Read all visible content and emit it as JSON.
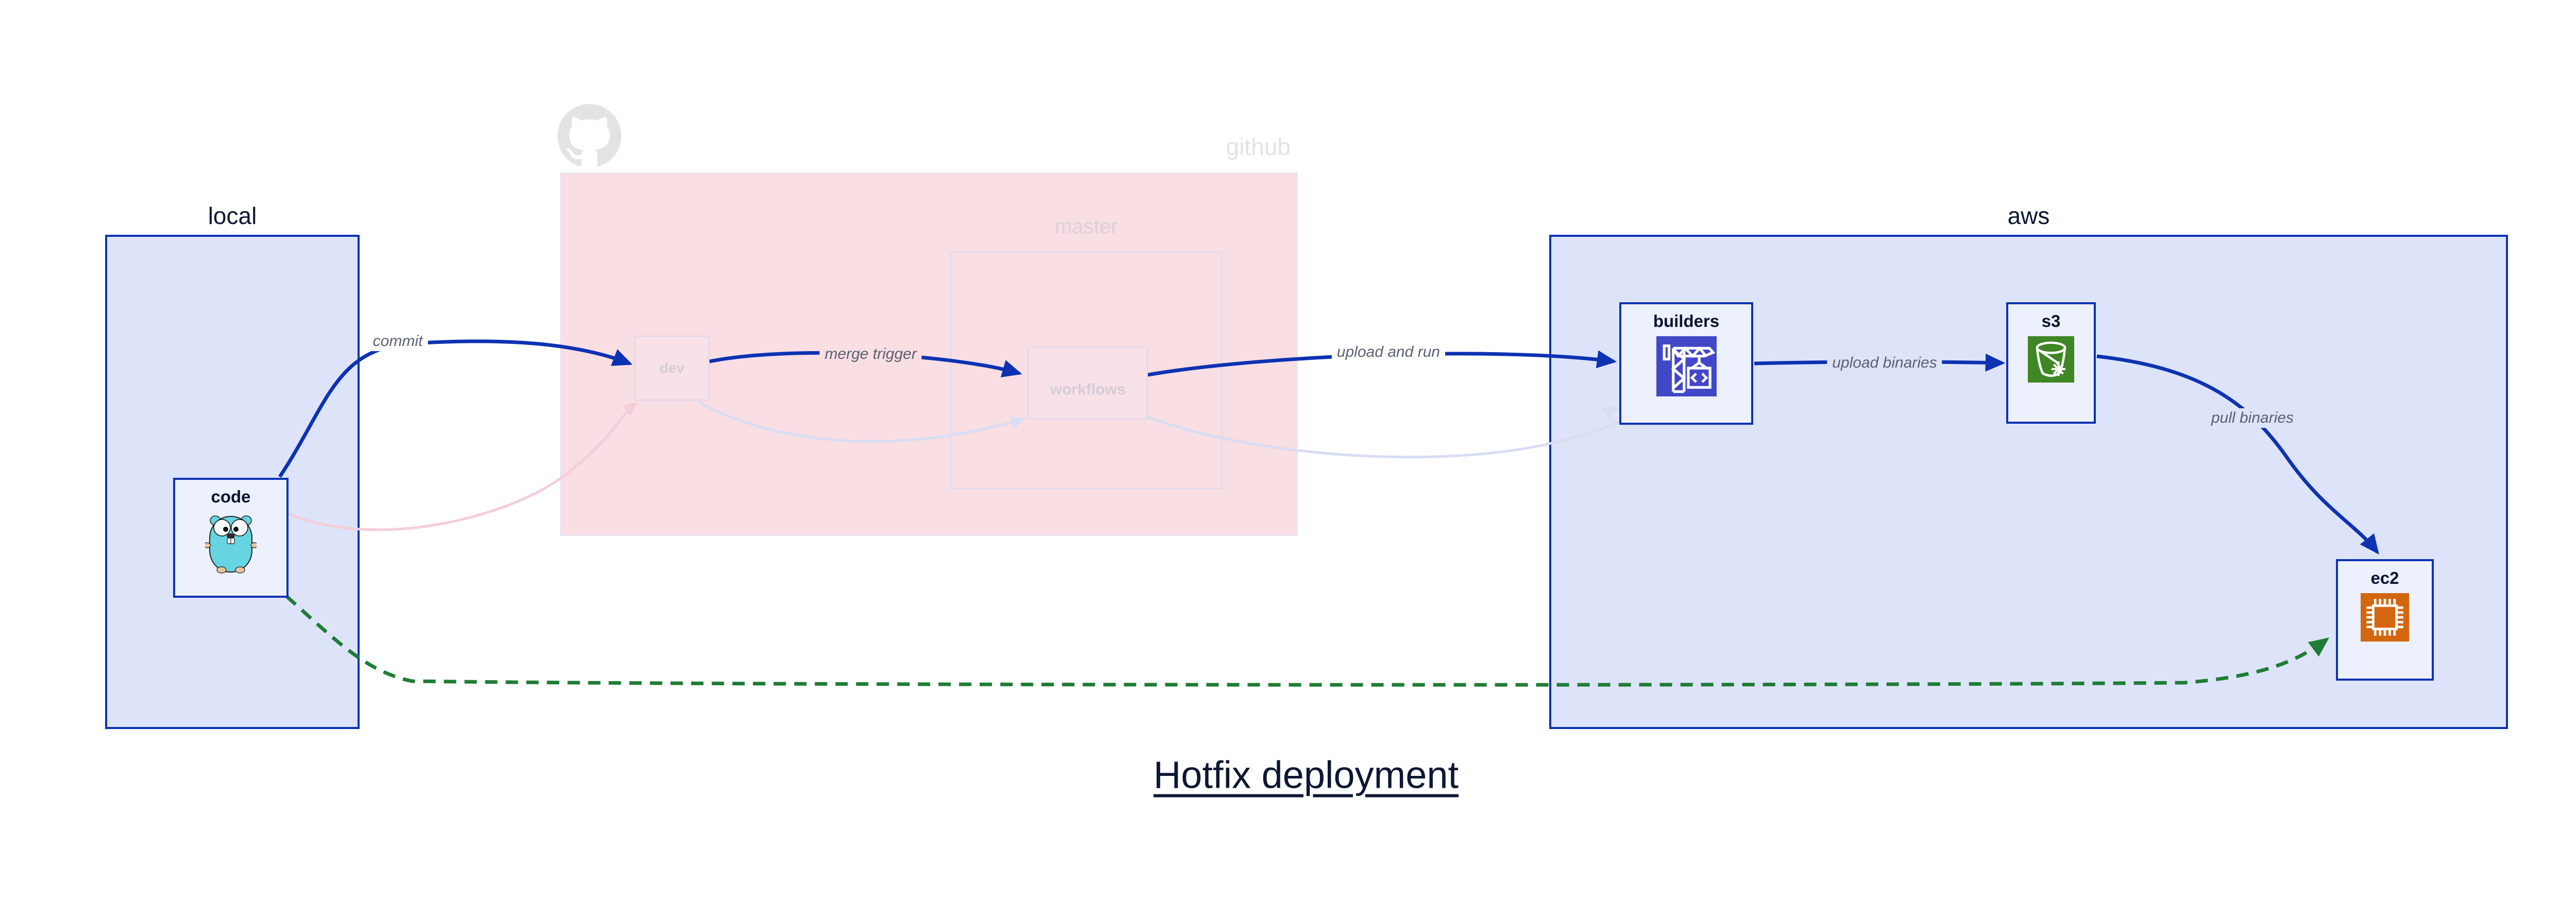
{
  "title": {
    "text": "Hotfix deployment"
  },
  "containers": {
    "local": {
      "label": "local"
    },
    "github": {
      "label": "github",
      "master": {
        "label": "master"
      }
    },
    "aws": {
      "label": "aws"
    }
  },
  "nodes": {
    "code": {
      "label": "code",
      "icon": "go-gopher-icon"
    },
    "dev": {
      "label": "dev"
    },
    "workflows": {
      "label": "workflows"
    },
    "builders": {
      "label": "builders",
      "icon": "aws-codebuild-icon"
    },
    "s3": {
      "label": "s3",
      "icon": "aws-s3-glacier-icon"
    },
    "ec2": {
      "label": "ec2",
      "icon": "aws-ec2-icon"
    }
  },
  "edges": {
    "commit": {
      "from": "code",
      "to": "dev",
      "label": "commit",
      "style": "solid-blue"
    },
    "merge_trigger": {
      "from": "dev",
      "to": "workflows",
      "label": "merge trigger",
      "style": "solid-blue"
    },
    "upload_and_run": {
      "from": "workflows",
      "to": "builders",
      "label": "upload and run",
      "style": "solid-blue"
    },
    "upload_binaries": {
      "from": "builders",
      "to": "s3",
      "label": "upload binaries",
      "style": "solid-blue"
    },
    "pull_binaries": {
      "from": "s3",
      "to": "ec2",
      "label": "pull binaries",
      "style": "solid-blue"
    },
    "hotfix_bypass": {
      "from": "code",
      "to": "ec2",
      "label": "",
      "style": "dashed-green"
    },
    "code_dev_faded": {
      "from": "code",
      "to": "dev",
      "label": "",
      "style": "faded-pink"
    },
    "dev_workflows_faded": {
      "from": "dev",
      "to": "workflows",
      "label": "",
      "style": "faded-lavender"
    },
    "workflows_builders_faded": {
      "from": "workflows",
      "to": "builders",
      "label": "",
      "style": "faded-lavender"
    }
  },
  "colors": {
    "edge_blue": "#0d32b2",
    "container_border_blue": "#0d32b2",
    "container_fill_blue": "#dde4f9",
    "node_fill": "#edf1fd",
    "github_fill": "#f9dee4",
    "github_gray": "#e3e3e6",
    "master_faded": "#dcd0d9",
    "faded_pink_edge": "#f3ced9",
    "faded_lavender_edge": "#d8ddf3",
    "green_dashed": "#1f7d35",
    "edge_label_gray": "#5a6170",
    "text_navy": "#0d1733",
    "codebuild_purple": "#4247c7",
    "s3_green": "#3f8624",
    "ec2_orange": "#d4660f",
    "gopher_teal": "#66d5e1"
  }
}
